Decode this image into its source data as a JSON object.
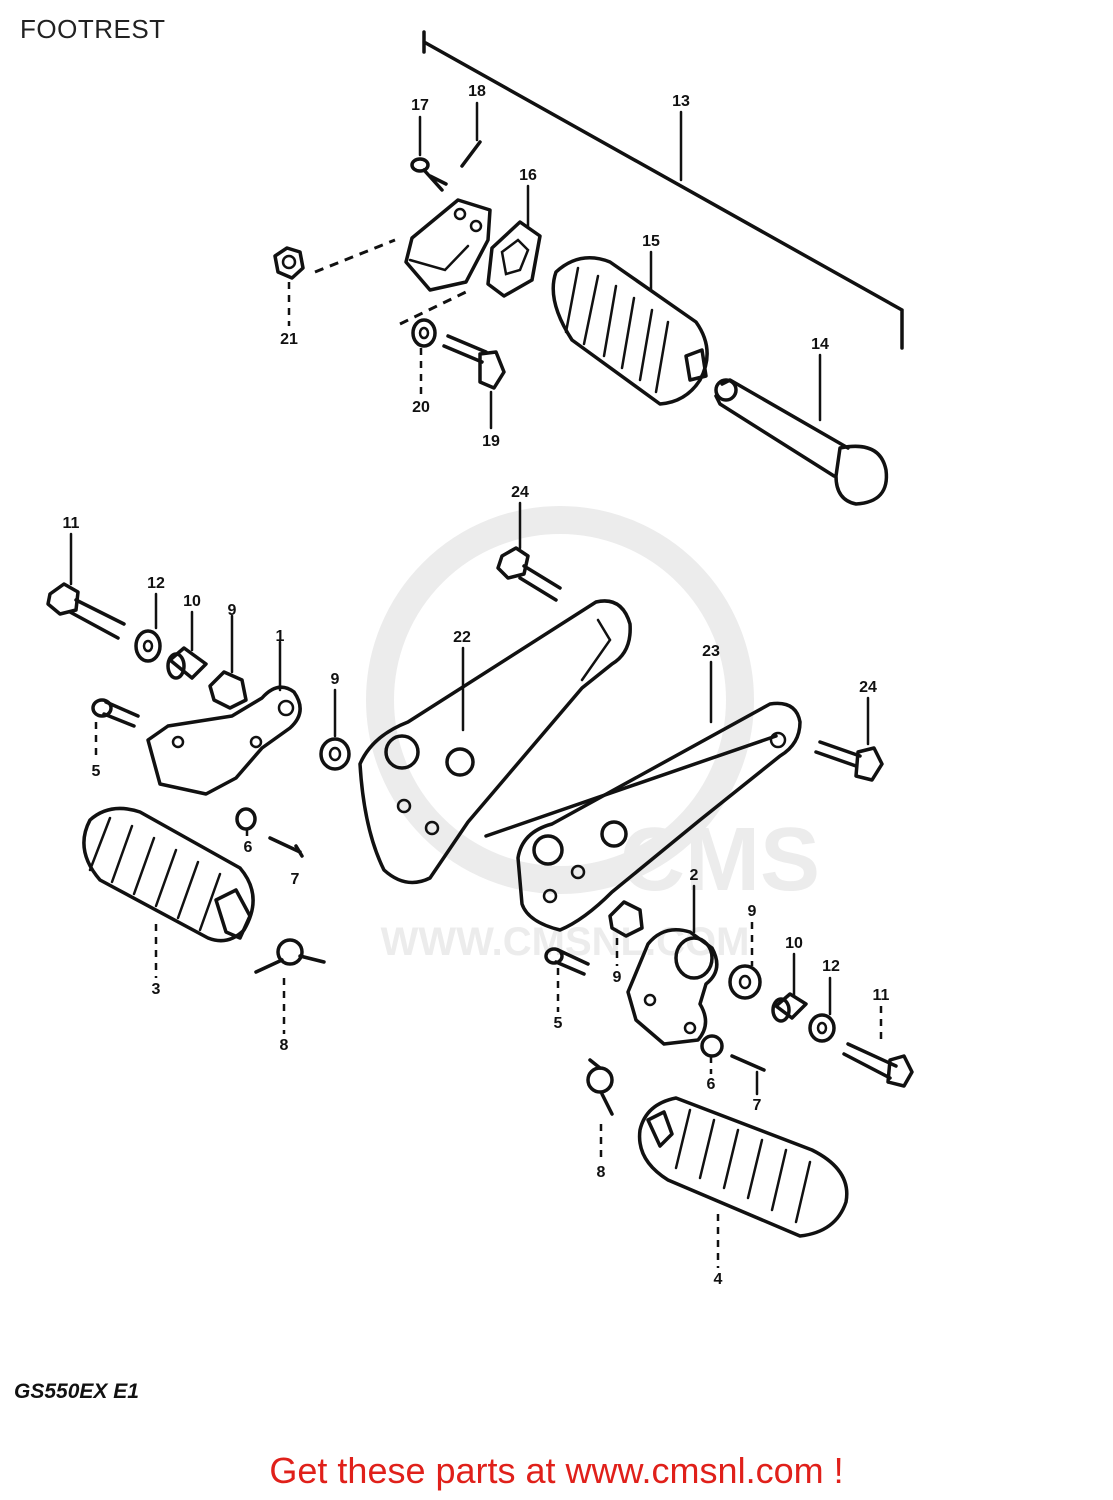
{
  "title": "FOOTREST",
  "model_code": "GS550EX E1",
  "watermark": {
    "brand": "CMS",
    "url": "WWW.CMSNL.COM"
  },
  "footer": {
    "link_text": "Get these parts at www.cmsnl.com !",
    "color": "#e0201a"
  },
  "callouts": [
    {
      "id": "c13",
      "label": "13"
    },
    {
      "id": "c17",
      "label": "17"
    },
    {
      "id": "c18",
      "label": "18"
    },
    {
      "id": "c16",
      "label": "16"
    },
    {
      "id": "c15",
      "label": "15"
    },
    {
      "id": "c14",
      "label": "14"
    },
    {
      "id": "c21",
      "label": "21"
    },
    {
      "id": "c20",
      "label": "20"
    },
    {
      "id": "c19",
      "label": "19"
    },
    {
      "id": "c24a",
      "label": "24"
    },
    {
      "id": "c11a",
      "label": "11"
    },
    {
      "id": "c12a",
      "label": "12"
    },
    {
      "id": "c10a",
      "label": "10"
    },
    {
      "id": "c9a",
      "label": "9"
    },
    {
      "id": "c1",
      "label": "1"
    },
    {
      "id": "c22",
      "label": "22"
    },
    {
      "id": "c23",
      "label": "23"
    },
    {
      "id": "c24b",
      "label": "24"
    },
    {
      "id": "c9b",
      "label": "9"
    },
    {
      "id": "c5a",
      "label": "5"
    },
    {
      "id": "c6a",
      "label": "6"
    },
    {
      "id": "c7a",
      "label": "7"
    },
    {
      "id": "c3",
      "label": "3"
    },
    {
      "id": "c8a",
      "label": "8"
    },
    {
      "id": "c2",
      "label": "2"
    },
    {
      "id": "c9c",
      "label": "9"
    },
    {
      "id": "c9d",
      "label": "9"
    },
    {
      "id": "c10b",
      "label": "10"
    },
    {
      "id": "c12b",
      "label": "12"
    },
    {
      "id": "c11b",
      "label": "11"
    },
    {
      "id": "c5b",
      "label": "5"
    },
    {
      "id": "c6b",
      "label": "6"
    },
    {
      "id": "c7b",
      "label": "7"
    },
    {
      "id": "c8b",
      "label": "8"
    },
    {
      "id": "c4",
      "label": "4"
    }
  ]
}
